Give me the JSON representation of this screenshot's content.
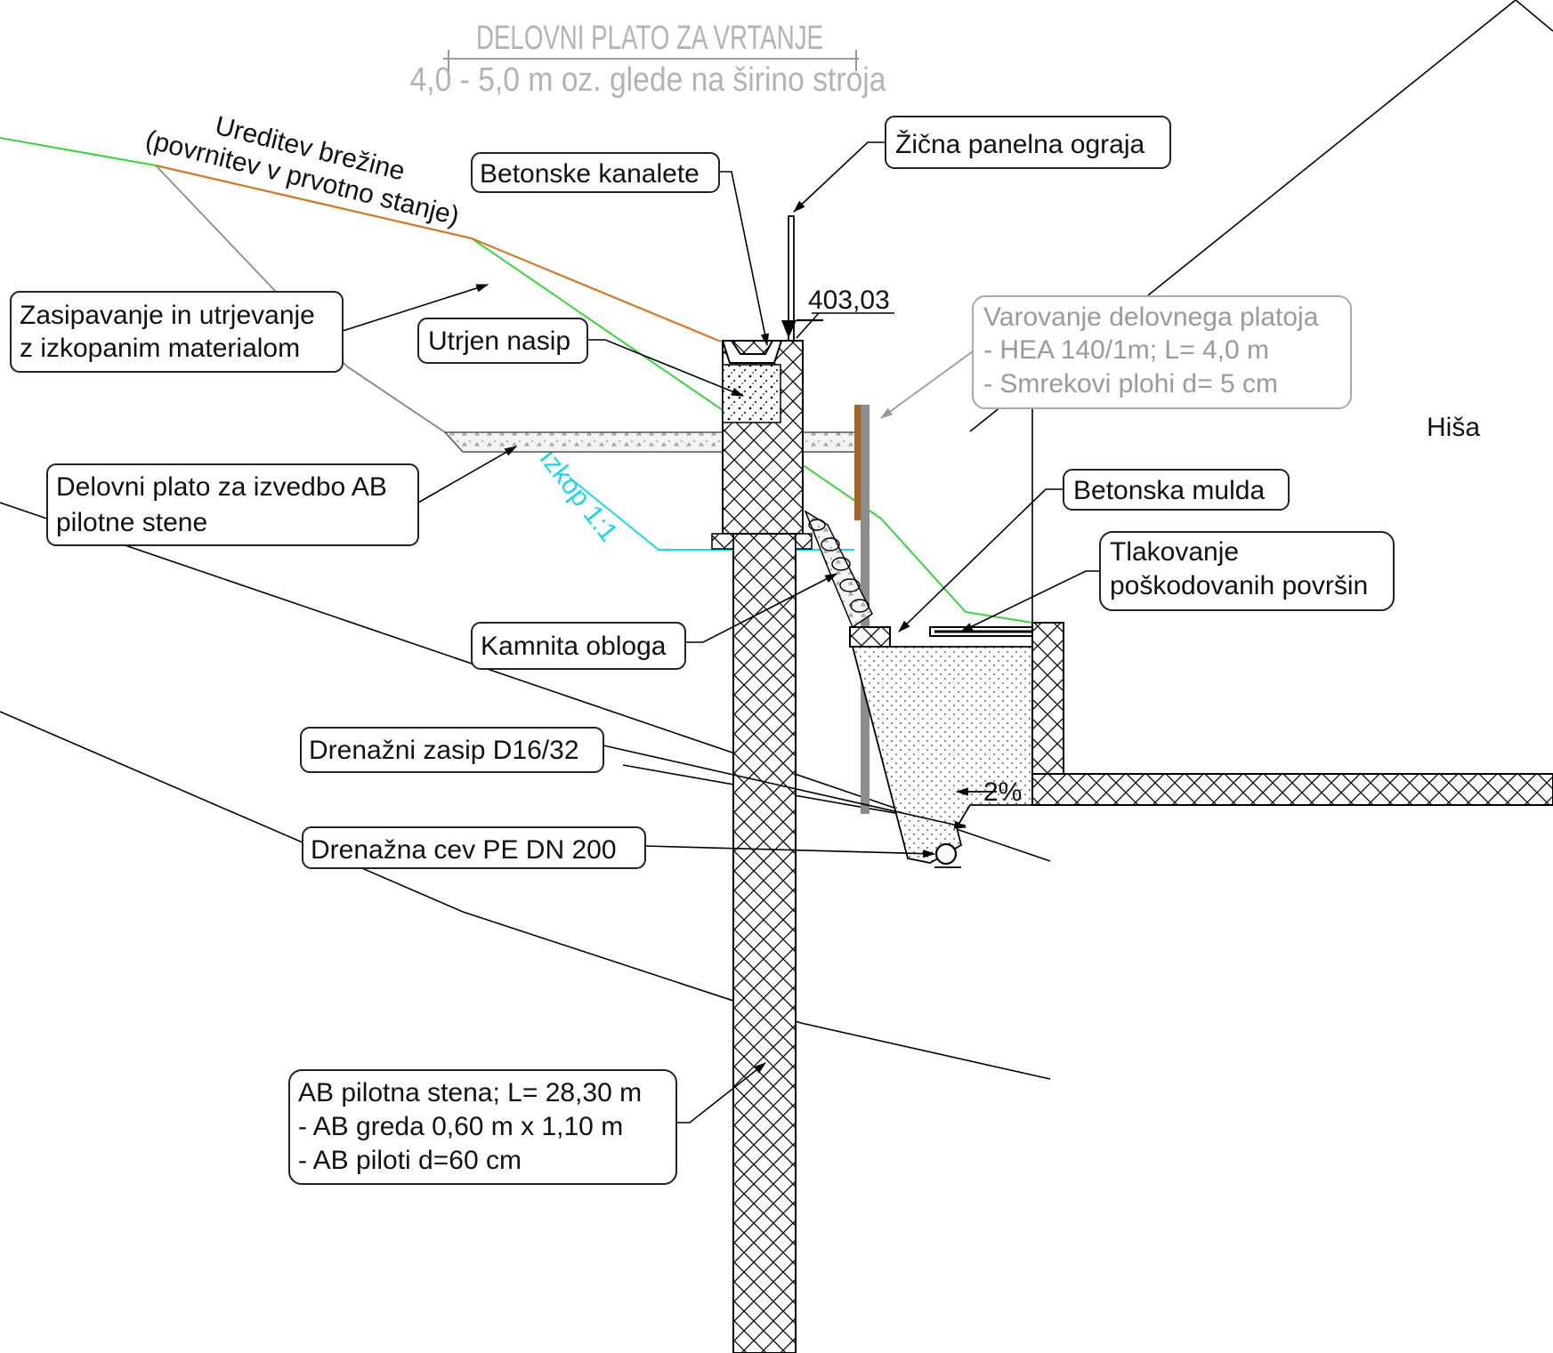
{
  "header": {
    "line1": "DELOVNI PLATO ZA VRTANJE",
    "line2": "4,0 - 5,0 m oz. glede na širino stroja"
  },
  "slope_label": {
    "line1": "Ureditev brežine",
    "line2": "(povrnitev v prvotno stanje)"
  },
  "elevation": "403,03",
  "house_label": "Hiša",
  "excavation_label": "Izkop 1:1",
  "slope_percent": "2%",
  "labels": {
    "betonske_kanalete": "Betonske kanalete",
    "zicna_ograja": "Žična panelna ograja",
    "zasipavanje_1": "Zasipavanje in utrjevanje",
    "zasipavanje_2": "z izkopanim materialom",
    "utrjen_nasip": "Utrjen nasip",
    "varovanje_1": "Varovanje delovnega platoja",
    "varovanje_2": "- HEA 140/1m; L= 4,0 m",
    "varovanje_3": "- Smrekovi plohi d= 5 cm",
    "delovni_plato_1": "Delovni plato za izvedbo AB",
    "delovni_plato_2": "pilotne stene",
    "betonska_mulda": "Betonska mulda",
    "tlakovanje_1": "Tlakovanje",
    "tlakovanje_2": "poškodovanih površin",
    "kamnita_obloga": "Kamnita obloga",
    "drenazni_zasip": "Drenažni zasip D16/32",
    "drenazna_cev": "Drenažna cev PE DN 200",
    "pilotna_1": "AB pilotna stena; L= 28,30 m",
    "pilotna_2": " - AB greda 0,60 m x 1,10 m",
    "pilotna_3": " - AB piloti d=60 cm"
  },
  "colors": {
    "terrain_green": "#3cd23c",
    "restored_orange": "#d07a2a",
    "excavation_cyan": "#19d7e6",
    "timber_brown": "#a5652a",
    "steel_grey": "#8c8c8c"
  }
}
